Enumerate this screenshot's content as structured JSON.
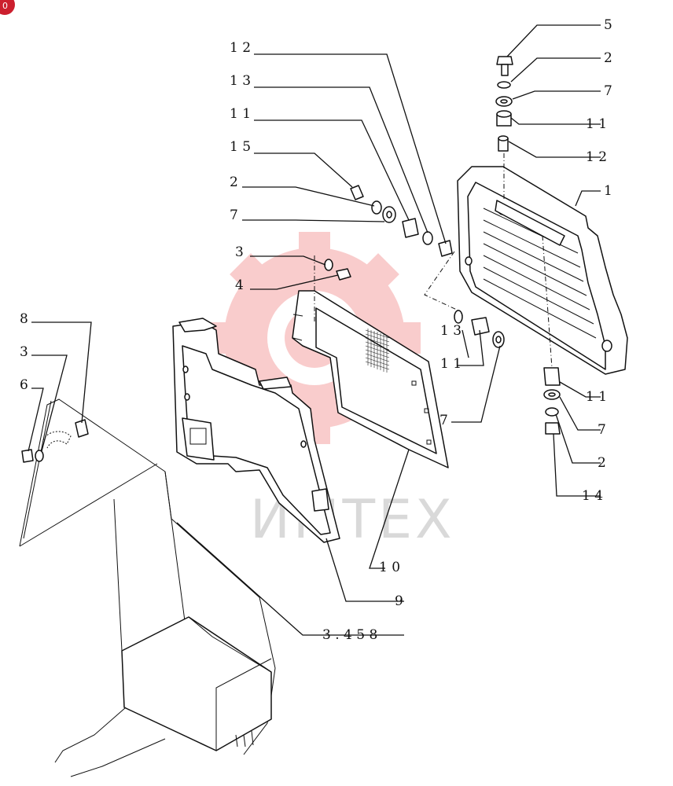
{
  "watermark": {
    "text": "ИМТЕХ",
    "color": "#f5b5b5"
  },
  "corner_badge": {
    "text": "0",
    "color": "#cc1f2e"
  },
  "callouts": [
    {
      "id": "c5",
      "label": "5"
    },
    {
      "id": "c2a",
      "label": "2"
    },
    {
      "id": "c7a",
      "label": "7"
    },
    {
      "id": "c11a",
      "label": "1 1"
    },
    {
      "id": "c12a",
      "label": "1 2"
    },
    {
      "id": "c1",
      "label": "1"
    },
    {
      "id": "c12b",
      "label": "1 2"
    },
    {
      "id": "c13a",
      "label": "1 3"
    },
    {
      "id": "c11b",
      "label": "1 1"
    },
    {
      "id": "c15",
      "label": "1 5"
    },
    {
      "id": "c2b",
      "label": "2"
    },
    {
      "id": "c7b",
      "label": "7"
    },
    {
      "id": "c3a",
      "label": "3"
    },
    {
      "id": "c4",
      "label": "4"
    },
    {
      "id": "c8",
      "label": "8"
    },
    {
      "id": "c3b",
      "label": "3"
    },
    {
      "id": "c6",
      "label": "6"
    },
    {
      "id": "c13b",
      "label": "1 3"
    },
    {
      "id": "c11c",
      "label": "1 1"
    },
    {
      "id": "c7c",
      "label": "7"
    },
    {
      "id": "c11d",
      "label": "1 1"
    },
    {
      "id": "c7d",
      "label": "7"
    },
    {
      "id": "c2c",
      "label": "2"
    },
    {
      "id": "c14",
      "label": "1 4"
    },
    {
      "id": "c10",
      "label": "1 0"
    },
    {
      "id": "c9",
      "label": "9"
    },
    {
      "id": "c3458",
      "label": "3 . 4 5 8"
    }
  ]
}
